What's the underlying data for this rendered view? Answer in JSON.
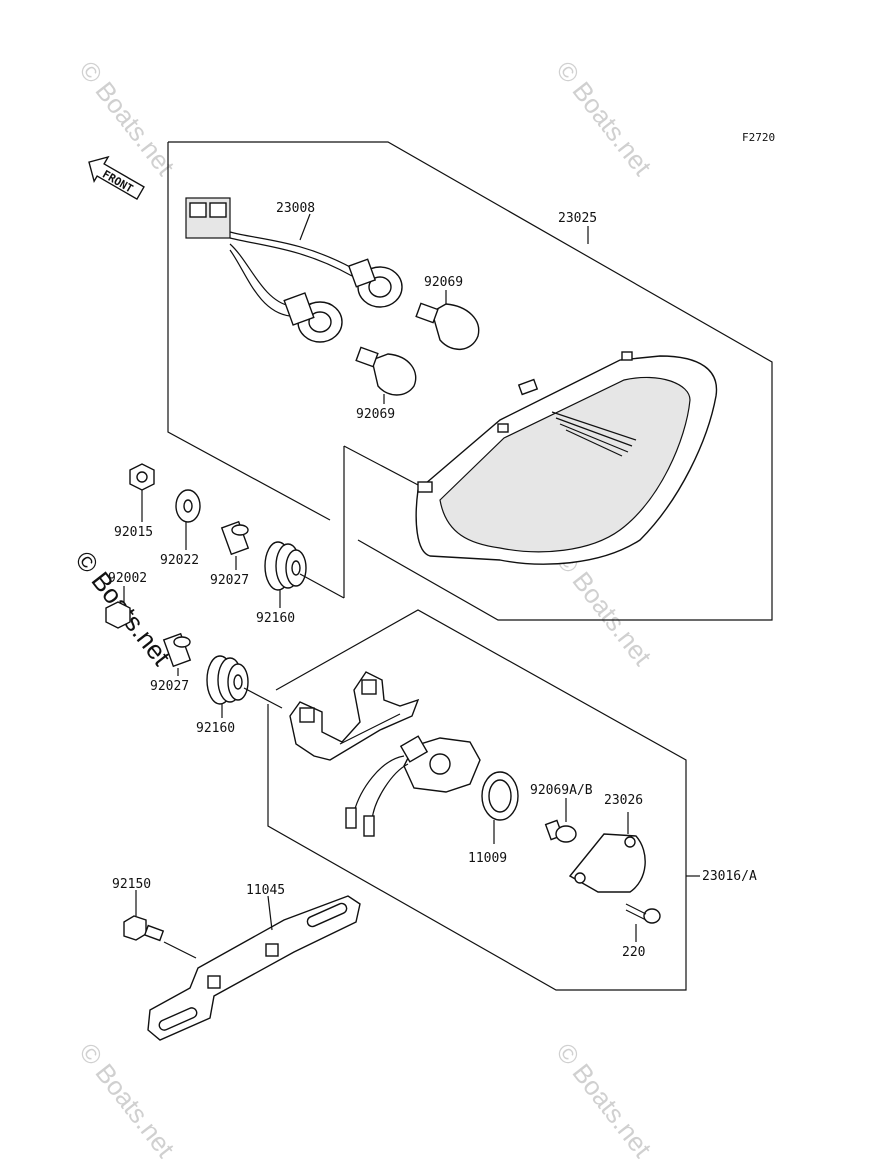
{
  "figure_code": "F2720",
  "front_label": "FRONT",
  "watermark": "© Boats.net",
  "parts": {
    "p23008": "23008",
    "p23025": "23025",
    "p92069_top": "92069",
    "p92069_bottom": "92069",
    "p92015": "92015",
    "p92022": "92022",
    "p92027_a": "92027",
    "p92160_a": "92160",
    "p92002": "92002",
    "p92027_b": "92027",
    "p92160_b": "92160",
    "p92069AB": "92069A/B",
    "p23026": "23026",
    "p11009": "11009",
    "p23016A": "23016/A",
    "p220": "220",
    "p92150": "92150",
    "p11045": "11045"
  }
}
